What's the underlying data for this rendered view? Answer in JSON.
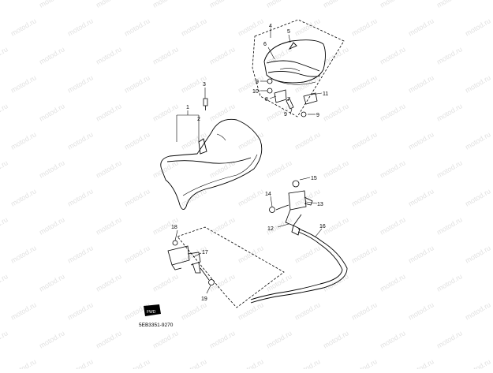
{
  "diagram": {
    "drawing_code": "5EB3351-9270",
    "watermark_text": "motod.ru",
    "callouts": [
      "1",
      "2",
      "3",
      "4",
      "5",
      "6",
      "7",
      "8",
      "9",
      "10",
      "11",
      "12",
      "13",
      "14",
      "15",
      "16",
      "17",
      "18",
      "19"
    ],
    "repeated_callouts": {
      "nine": "9"
    },
    "front_marker": "FWD",
    "colors": {
      "line": "#000000",
      "background": "#ffffff",
      "watermark": "#c9c9c9"
    }
  }
}
